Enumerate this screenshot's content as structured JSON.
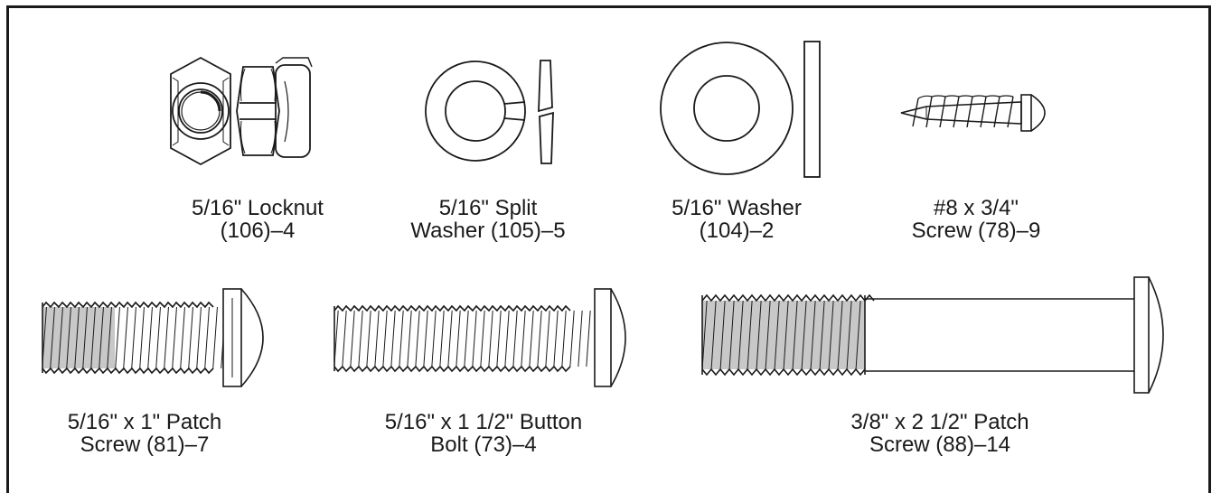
{
  "parts": [
    {
      "line1": "5/16\" Locknut",
      "line2": "(106)–4",
      "icon": "locknut-icon"
    },
    {
      "line1": "5/16\" Split",
      "line2": "Washer (105)–5",
      "icon": "split-washer-icon"
    },
    {
      "line1": "5/16\" Washer",
      "line2": "(104)–2",
      "icon": "washer-icon"
    },
    {
      "line1": "#8 x 3/4\"",
      "line2": "Screw (78)–9",
      "icon": "wood-screw-icon"
    },
    {
      "line1": "5/16\" x 1\" Patch",
      "line2": "Screw (81)–7",
      "icon": "patch-screw-small-icon"
    },
    {
      "line1": "5/16\" x 1 1/2\" Button",
      "line2": "Bolt (73)–4",
      "icon": "button-bolt-icon"
    },
    {
      "line1": "3/8\" x 2 1/2\" Patch",
      "line2": "Screw (88)–14",
      "icon": "patch-screw-large-icon"
    }
  ],
  "colors": {
    "ink": "#1a1a1a",
    "patch_fill": "#c8c8c8"
  }
}
